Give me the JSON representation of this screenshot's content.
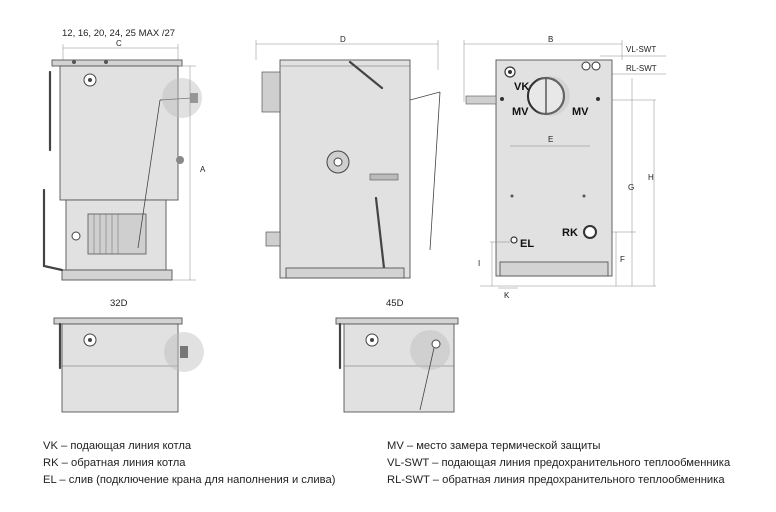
{
  "header": {
    "models": "12, 16, 20, 24, 25 MAX /27"
  },
  "dimensions": {
    "a": "A",
    "b": "B",
    "c": "C",
    "d": "D",
    "e": "E",
    "f": "F",
    "g": "G",
    "h": "H",
    "i": "I",
    "k": "K"
  },
  "connections": {
    "vl_swt": "VL-SWT",
    "rl_swt": "RL-SWT",
    "vk": "VK",
    "mv": "MV",
    "rk": "RK",
    "el": "EL"
  },
  "variants": {
    "v32": "32D",
    "v45": "45D"
  },
  "legend": {
    "left": [
      "VK – подающая линия котла",
      "RK – обратная линия котла",
      "EL – слив (подключение крана для наполнения и слива)"
    ],
    "right": [
      "MV – место замера термической защиты",
      "VL-SWT – подающая линия предохранительного теплообменника",
      "RL-SWT – обратная линия предохранительного теплообменника"
    ]
  }
}
